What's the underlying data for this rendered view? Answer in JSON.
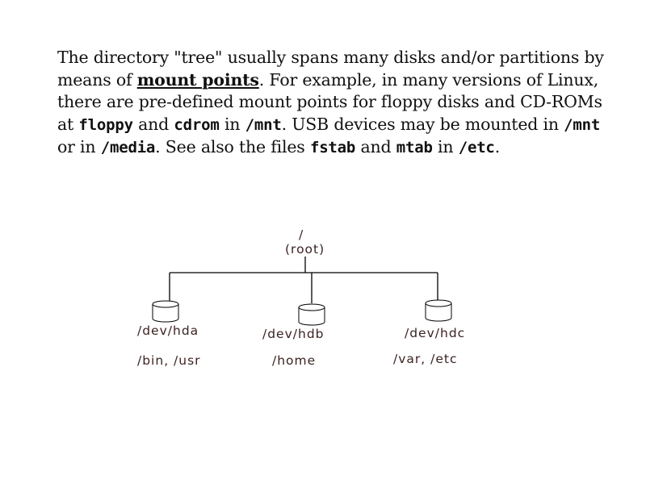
{
  "paragraph": {
    "t1": "The directory \"tree\" usually spans many disks and/or partitions by means of ",
    "keyword": "mount points",
    "t2": ". For example, in many versions of Linux, there are pre-defined mount points for floppy disks and CD-ROMs at ",
    "c1": "floppy",
    "t3": " and ",
    "c2": "cdrom",
    "t4": " in ",
    "c3": "/mnt",
    "t5": ". USB devices may be mounted in ",
    "c4": "/mnt",
    "t6": " or  in ",
    "c5": "/media",
    "t7": ". See also the files ",
    "c6": "fstab",
    "t8": " and ",
    "c7": "mtab",
    "t9": " in ",
    "c8": "/etc",
    "t10": "."
  },
  "diagram": {
    "root_slash": "/",
    "root_label": "(root)",
    "disks": [
      {
        "device": "/dev/hda",
        "mounts": "/bin, /usr"
      },
      {
        "device": "/dev/hdb",
        "mounts": "/home"
      },
      {
        "device": "/dev/hdc",
        "mounts": "/var, /etc"
      }
    ],
    "colors": {
      "label": "#3b2222",
      "line": "#000000"
    }
  }
}
